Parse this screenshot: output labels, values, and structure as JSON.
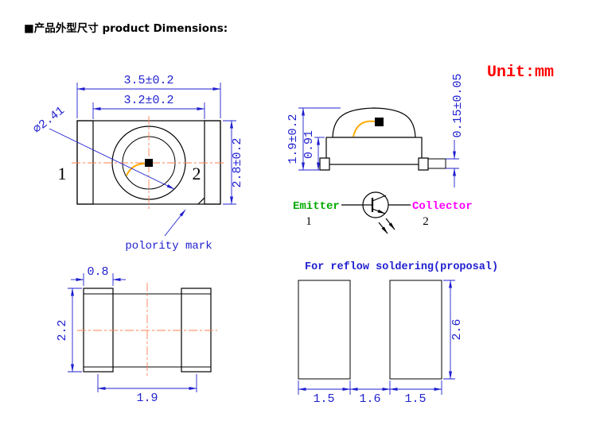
{
  "header": {
    "title": "■产品外型尺寸 product  Dimensions:"
  },
  "unit_label": "Unit:mm",
  "top_view": {
    "dim_outer_width": "3.5±0.2",
    "dim_inner_width": "3.2±0.2",
    "dim_height": "2.8±0.2",
    "dim_lens_diameter": "∅2.41",
    "pin1_label": "1",
    "pin2_label": "2",
    "polarity_label": "polority mark"
  },
  "side_view": {
    "dim_total_height": "1.9±0.2",
    "dim_base_height": "0.91",
    "dim_standoff": "0.15±0.05"
  },
  "schematic": {
    "emitter_label": "Emitter",
    "pin1_label": "1",
    "collector_label": "Collector",
    "pin2_label": "2"
  },
  "bottom_view": {
    "dim_pad_width": "0.8",
    "dim_pad_height": "2.2",
    "dim_pitch": "1.9"
  },
  "reflow": {
    "title": "For reflow soldering(proposal)",
    "dim_left_pad_width": "1.5",
    "dim_gap": "1.6",
    "dim_right_pad_width": "1.5",
    "dim_pad_height": "2.6"
  },
  "colors": {
    "dimension_blue": "#2020d0",
    "unit_red": "#ff0000",
    "emitter_green": "#00aa00",
    "collector_magenta": "#ff00ff",
    "centerline_orange": "#ff8050",
    "wire_gold": "#ffaa00"
  }
}
